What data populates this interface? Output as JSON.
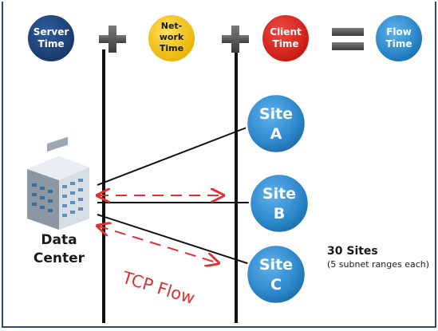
{
  "header_circles": [
    {
      "id": "server",
      "line1": "Server",
      "line2": "Time",
      "line3": "",
      "color": "#1f3f7a",
      "text_color": "#ffffff"
    },
    {
      "id": "network",
      "line1": "Net-",
      "line2": "work",
      "line3": "Time",
      "color": "#f4c20d",
      "text_color": "#1a1a1a"
    },
    {
      "id": "client",
      "line1": "Client",
      "line2": "Time",
      "line3": "",
      "color": "#e0201b",
      "text_color": "#ffffff"
    },
    {
      "id": "flow",
      "line1": "Flow",
      "line2": "Time",
      "line3": "",
      "color": "#2b86c9",
      "text_color": "#ffffff"
    }
  ],
  "operators": {
    "plus1": "+",
    "plus2": "+",
    "equals": "="
  },
  "sites": [
    {
      "id": "a",
      "line1": "Site",
      "line2": "A"
    },
    {
      "id": "b",
      "line1": "Site",
      "line2": "B"
    },
    {
      "id": "c",
      "line1": "Site",
      "line2": "C"
    }
  ],
  "data_center": {
    "line1": "Data",
    "line2": "Center",
    "icon": "server-building-icon"
  },
  "sites_info": {
    "title": "30 Sites",
    "subtitle": "(5 subnet ranges each)"
  },
  "flow_label": "TCP Flow",
  "colors": {
    "site_fill": "#2b86c9",
    "site_stroke": "#1a5a96",
    "arrow": "#e23030",
    "line": "#111111",
    "frame": "#2e4a6e"
  }
}
